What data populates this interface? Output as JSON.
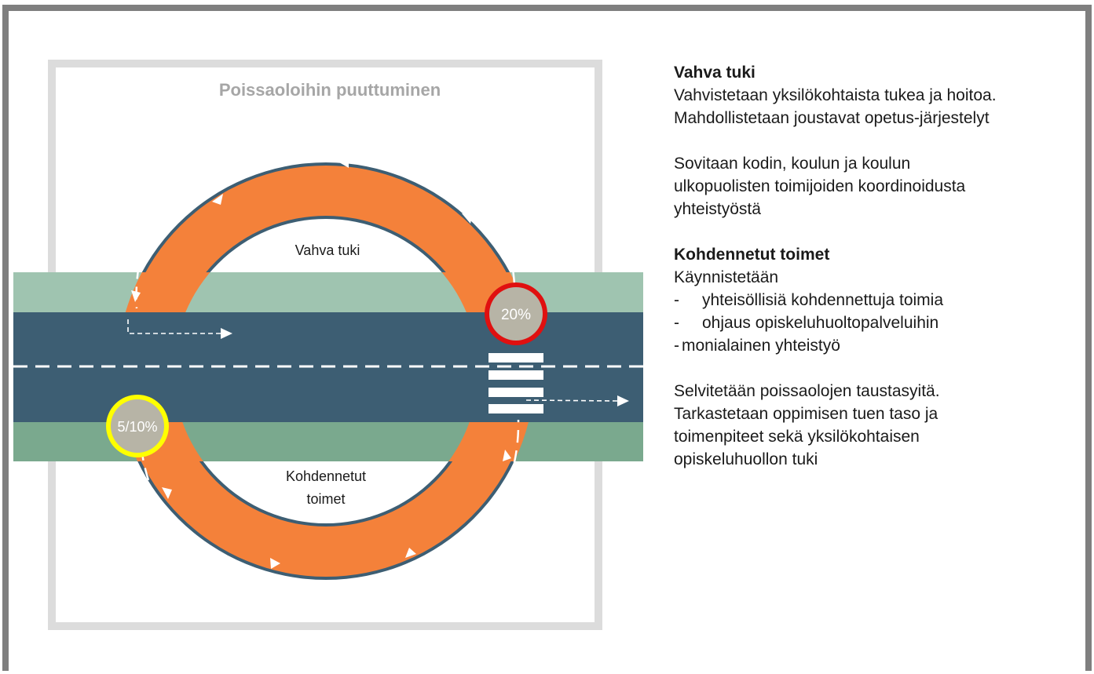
{
  "diagram": {
    "title": "Poissaoloihin puuttuminen",
    "ring_top_label": "Vahva tuki",
    "ring_bottom_label_line1": "Kohdennetut",
    "ring_bottom_label_line2": "toimet",
    "badge_red": "20%",
    "badge_yellow": "5/10%",
    "colors": {
      "orange": "#f4813a",
      "road": "#3d5e73",
      "green_band": "#9cc2ad",
      "frame_gray": "#dcdcdc",
      "red_ring": "#e01010",
      "yellow_ring": "#ffff00",
      "badge_fill": "#b7b4a6"
    }
  },
  "panel": {
    "section1": {
      "heading": "Vahva tuki",
      "line1": "Vahvistetaan  yksilökohtaista  tukea ja hoitoa.",
      "line2": "Mahdollistetaan  joustavat opetus-järjestelyt",
      "line3": "Sovitaan  kodin,  koulun  ja koulun",
      "line4": "ulkopuolisten  toimijoiden  koordinoidusta",
      "line5": "yhteistyöstä"
    },
    "section2": {
      "heading": "Kohdennetut toimet",
      "intro": "Käynnistetään",
      "items": [
        "yhteisöllisiä  kohdennettuja  toimia",
        "ohjaus  opiskeluhuoltopalveluihin",
        "monialainen  yhteistyö"
      ],
      "line1": "Selvitetään  poissaolojen  taustasyitä.",
      "line2": "Tarkastetaan oppimisen  tuen taso ja",
      "line3": "toimenpiteet  sekä yksilökohtaisen",
      "line4": "opiskeluhuollon  tuki"
    }
  }
}
